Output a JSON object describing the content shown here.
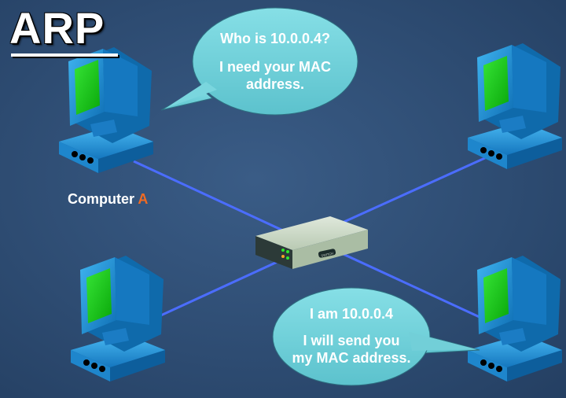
{
  "title": "ARP",
  "computer_a_label": {
    "text": "Computer ",
    "accent": "A"
  },
  "bubble_top": {
    "line1": "Who is 10.0.0.4?",
    "line2": "I need your MAC",
    "line3": "address."
  },
  "bubble_bottom": {
    "line1": "I am 10.0.0.4",
    "line2": "I will send you",
    "line3": "my MAC address."
  },
  "switch": {
    "label": "SWITCH"
  },
  "colors": {
    "background": "#2f4f75",
    "screen": "#1fd11f",
    "computer": "#1e8fd6",
    "bubble": "#7ad6de",
    "link": "#4a6cff",
    "switch_body": "#c9d8c4",
    "accent": "#f26b22"
  },
  "icons": [
    "computer-icon",
    "switch-icon",
    "speech-bubble"
  ]
}
